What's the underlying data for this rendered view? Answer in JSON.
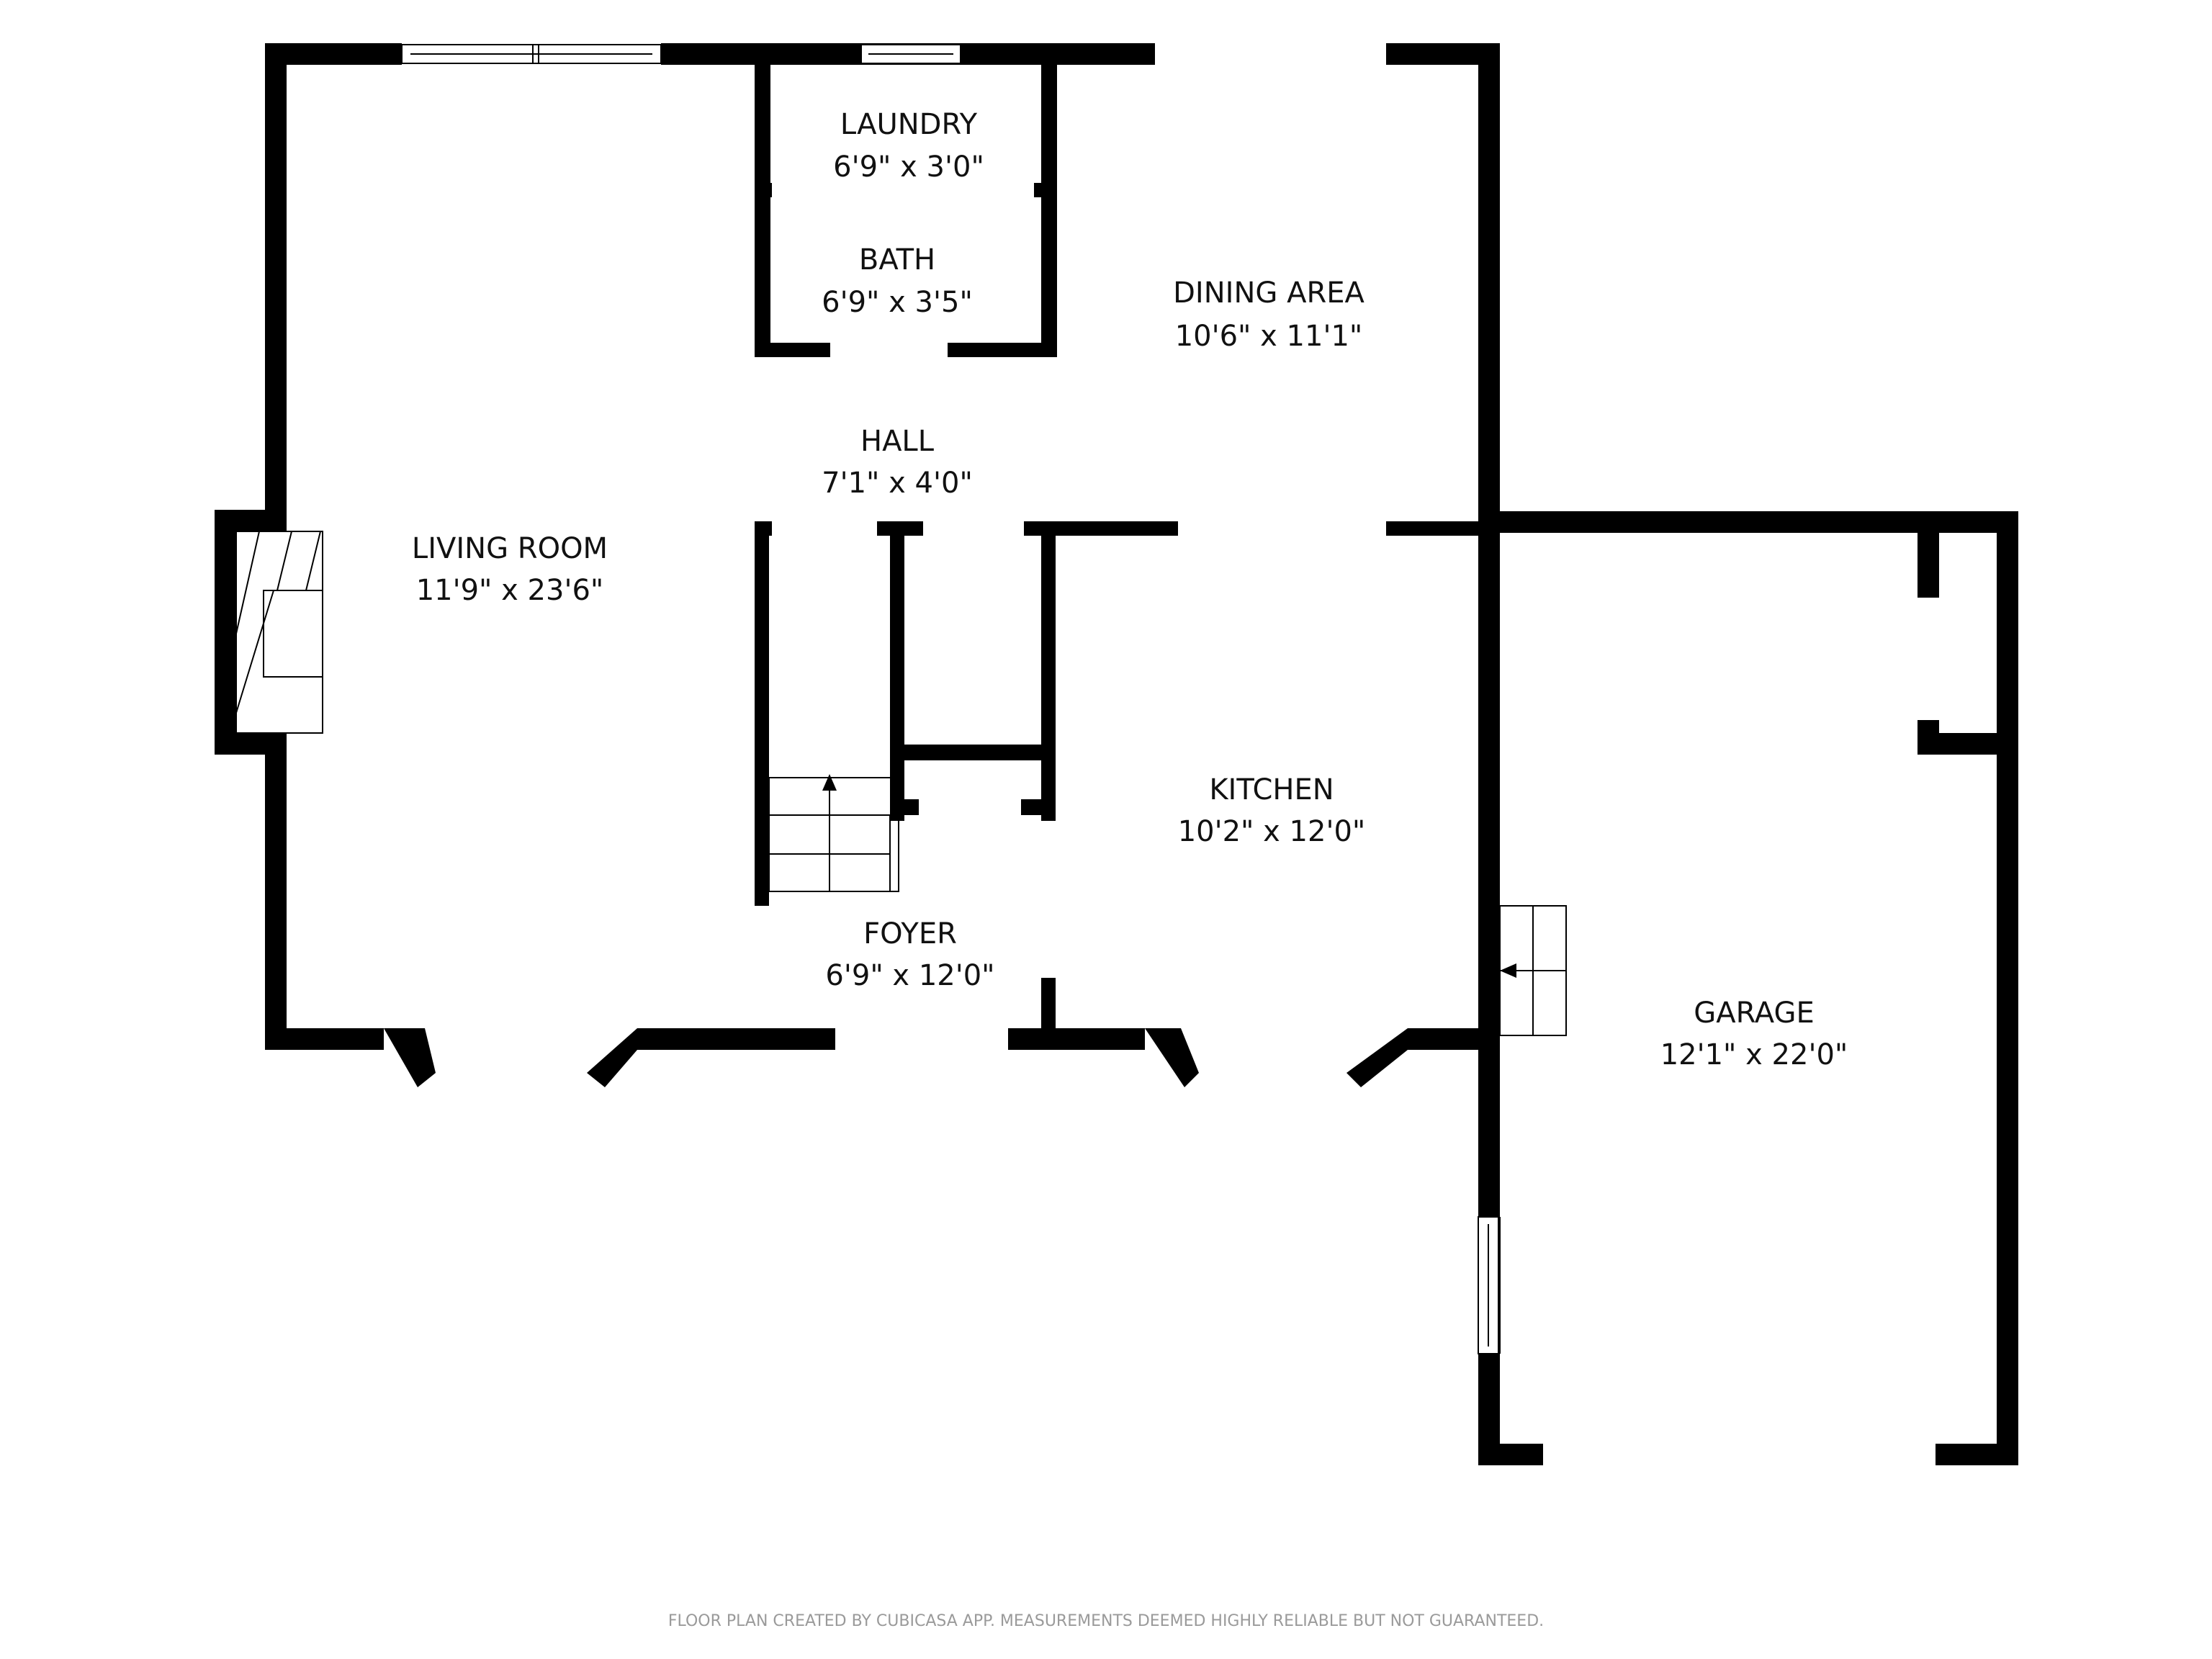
{
  "rooms": [
    {
      "name": "LIVING ROOM",
      "dims": "11'9\" x 23'6\""
    },
    {
      "name": "LAUNDRY",
      "dims": "6'9\" x 3'0\""
    },
    {
      "name": "BATH",
      "dims": "6'9\" x 3'5\""
    },
    {
      "name": "DINING AREA",
      "dims": "10'6\" x 11'1\""
    },
    {
      "name": "HALL",
      "dims": "7'1\" x 4'0\""
    },
    {
      "name": "KITCHEN",
      "dims": "10'2\" x 12'0\""
    },
    {
      "name": "FOYER",
      "dims": "6'9\" x 12'0\""
    },
    {
      "name": "GARAGE",
      "dims": "12'1\" x 22'0\""
    }
  ],
  "footer": "FLOOR PLAN CREATED BY CUBICASA APP. MEASUREMENTS DEEMED HIGHLY RELIABLE BUT NOT GUARANTEED.",
  "colors": {
    "wall": "#000000",
    "background": "#ffffff",
    "footer_text": "#9a9a9a"
  }
}
